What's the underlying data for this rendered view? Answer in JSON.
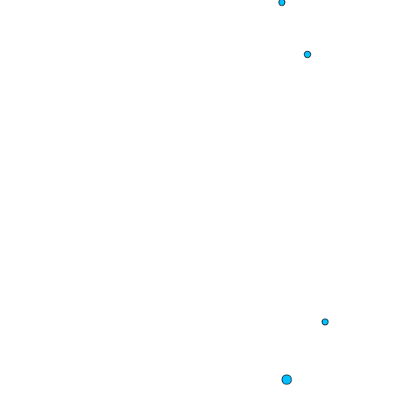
{
  "map": {
    "background_color": "#ffffff",
    "marker_fill": "#00bfff",
    "marker_stroke": "#000000",
    "markers": [
      {
        "name": "map-marker-1",
        "icon": "circle-marker-icon",
        "size": "small"
      },
      {
        "name": "map-marker-2",
        "icon": "circle-marker-icon",
        "size": "small"
      },
      {
        "name": "map-marker-3",
        "icon": "circle-marker-icon",
        "size": "small"
      },
      {
        "name": "map-marker-4",
        "icon": "circle-marker-icon",
        "size": "large"
      }
    ]
  }
}
